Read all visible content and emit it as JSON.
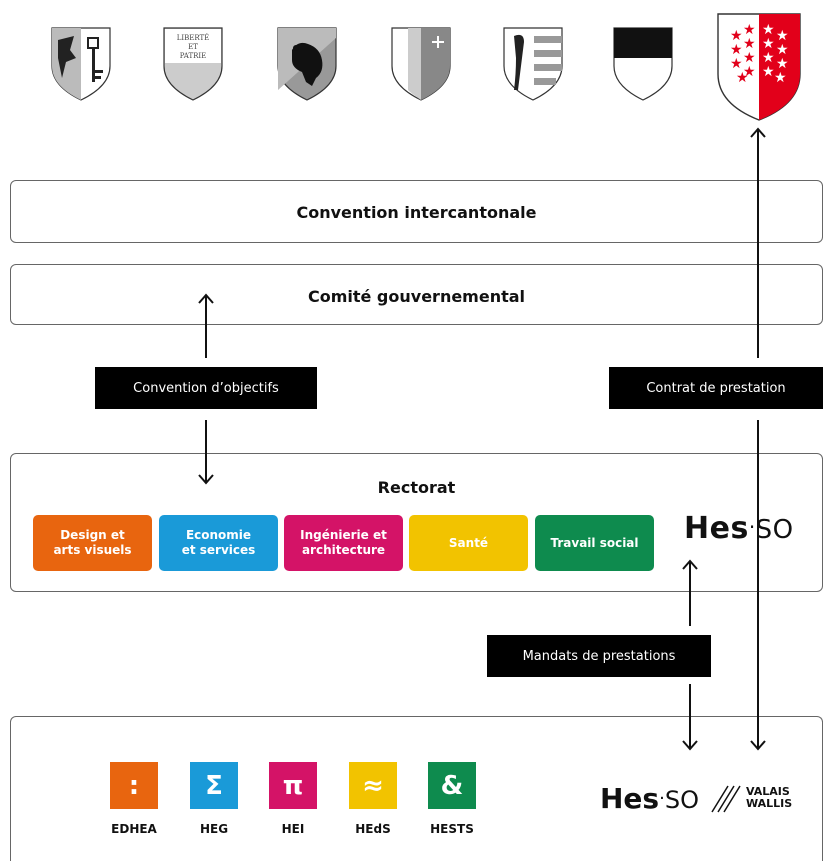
{
  "coats_of_arms": [
    {
      "canton": "Genève",
      "icon": "geneva-coat-of-arms-icon"
    },
    {
      "canton": "Neuchâtel",
      "icon": "neuchatel-coat-of-arms-icon",
      "motto": "LIBERTÉ ET PATRIE"
    },
    {
      "canton": "Berne",
      "icon": "bern-coat-of-arms-icon"
    },
    {
      "canton": "Vaud",
      "icon": "vaud-coat-of-arms-icon"
    },
    {
      "canton": "Jura",
      "icon": "jura-coat-of-arms-icon"
    },
    {
      "canton": "Fribourg",
      "icon": "fribourg-coat-of-arms-icon"
    },
    {
      "canton": "Valais",
      "icon": "valais-coat-of-arms-icon"
    }
  ],
  "boxes": {
    "convention": "Convention intercantonale",
    "comite": "Comité gouvernemental",
    "rectorat": "Rectorat"
  },
  "labels": {
    "convention_objectifs": "Convention d’objectifs",
    "contrat_prestation": "Contrat de prestation",
    "mandats": "Mandats de prestations"
  },
  "faculties": [
    {
      "label": "Design et\narts visuels",
      "color": "#e8650f"
    },
    {
      "label": "Economie\net services",
      "color": "#1a9ad8"
    },
    {
      "label": "Ingénierie et\narchitecture",
      "color": "#d41367"
    },
    {
      "label": "Santé",
      "color": "#f2c300"
    },
    {
      "label": "Travail social",
      "color": "#0e8b4e"
    }
  ],
  "schools": [
    {
      "name": "EDHEA",
      "symbol": ":",
      "color": "#e8650f"
    },
    {
      "name": "HEG",
      "symbol": "Σ",
      "color": "#1a9ad8"
    },
    {
      "name": "HEI",
      "symbol": "π",
      "color": "#d41367"
    },
    {
      "name": "HEdS",
      "symbol": "≈",
      "color": "#f2c300"
    },
    {
      "name": "HESTS",
      "symbol": "&",
      "color": "#0e8b4e"
    }
  ],
  "logos": {
    "hes_main": "Hes",
    "hes_suffix": "SO",
    "valais_top": "VALAIS",
    "valais_bottom": "WALLIS"
  },
  "colors": {
    "valais_red": "#e2001a",
    "label_bg": "#000000",
    "border": "#666666"
  }
}
